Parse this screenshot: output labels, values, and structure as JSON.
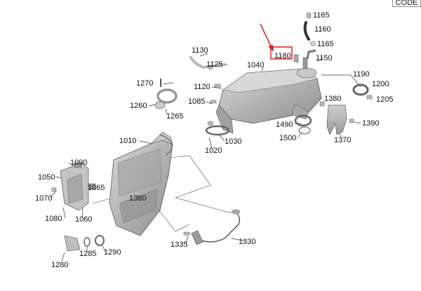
{
  "toolbar": {
    "code_label": "CODE"
  },
  "highlight": {
    "part": "1180",
    "color": "#e21b1b"
  },
  "parts": [
    {
      "id": "p1165a",
      "text": "1165"
    },
    {
      "id": "p1160",
      "text": "1160"
    },
    {
      "id": "p1165b",
      "text": "1165"
    },
    {
      "id": "p1130",
      "text": "1130"
    },
    {
      "id": "p1180",
      "text": "1180"
    },
    {
      "id": "p1150",
      "text": "1150"
    },
    {
      "id": "p1125",
      "text": "1125"
    },
    {
      "id": "p1040",
      "text": "1040"
    },
    {
      "id": "p1190",
      "text": "1190"
    },
    {
      "id": "p1270",
      "text": "1270"
    },
    {
      "id": "p1120",
      "text": "1120"
    },
    {
      "id": "p1200",
      "text": "1200"
    },
    {
      "id": "p1205",
      "text": "1205"
    },
    {
      "id": "p1380a",
      "text": "1380"
    },
    {
      "id": "p1085",
      "text": "1085"
    },
    {
      "id": "p1260",
      "text": "1260"
    },
    {
      "id": "p1265",
      "text": "1265"
    },
    {
      "id": "p1390",
      "text": "1390"
    },
    {
      "id": "p1490",
      "text": "1490"
    },
    {
      "id": "p1500",
      "text": "1500"
    },
    {
      "id": "p1030",
      "text": "1030"
    },
    {
      "id": "p1370",
      "text": "1370"
    },
    {
      "id": "p1010",
      "text": "1010"
    },
    {
      "id": "p1020",
      "text": "1020"
    },
    {
      "id": "p1090",
      "text": "1090"
    },
    {
      "id": "p1050",
      "text": "1050"
    },
    {
      "id": "p1065",
      "text": "1065"
    },
    {
      "id": "p1070",
      "text": "1070"
    },
    {
      "id": "p1380b",
      "text": "1380"
    },
    {
      "id": "p1080",
      "text": "1080"
    },
    {
      "id": "p1060",
      "text": "1060"
    },
    {
      "id": "p1330",
      "text": "1330"
    },
    {
      "id": "p1335",
      "text": "1335"
    },
    {
      "id": "p1285",
      "text": "1285"
    },
    {
      "id": "p1290",
      "text": "1290"
    },
    {
      "id": "p1280",
      "text": "1280"
    }
  ]
}
